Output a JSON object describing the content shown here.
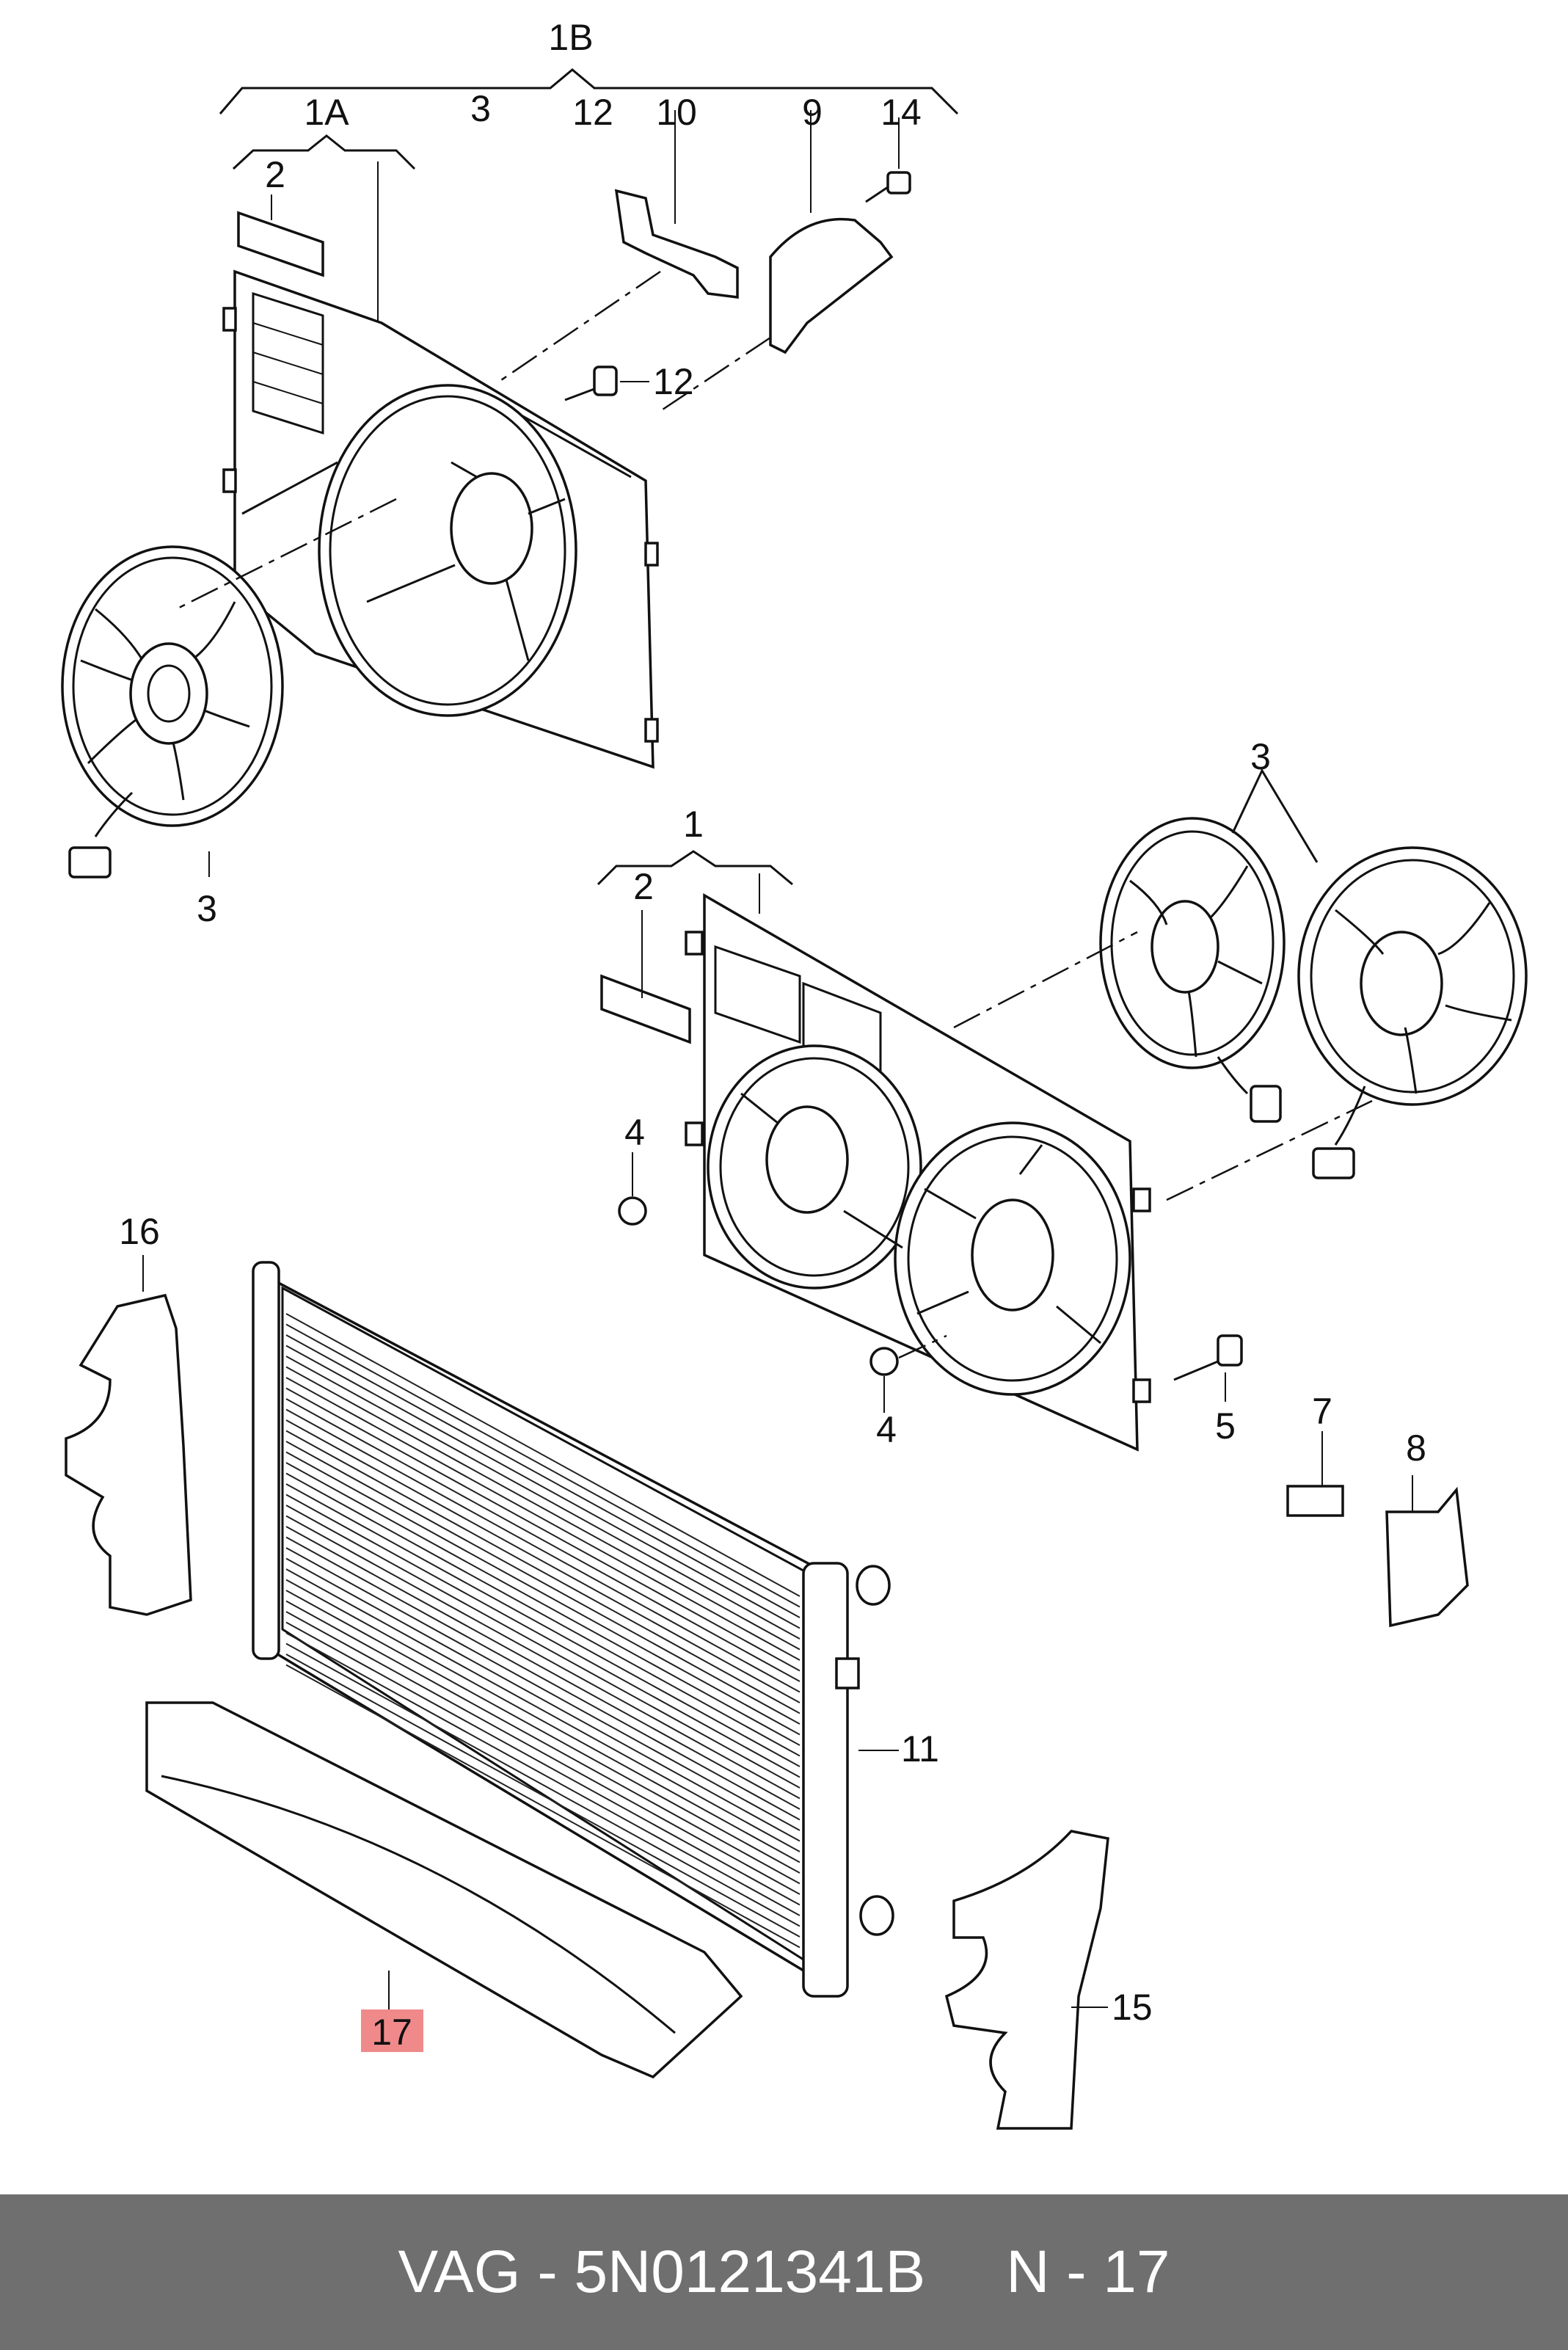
{
  "callouts": {
    "c1B": "1B",
    "c1A": "1A",
    "c3a": "3",
    "c12a": "12",
    "c10": "10",
    "c9": "9",
    "c14": "14",
    "c2a": "2",
    "c12b": "12",
    "c3b": "3",
    "c1": "1",
    "c3c": "3",
    "c2b": "2",
    "c4a": "4",
    "c16": "16",
    "c4b": "4",
    "c5": "5",
    "c7": "7",
    "c8": "8",
    "c11": "11",
    "c17": "17",
    "c15": "15"
  },
  "highlight_color": "#f08a8a",
  "footer": {
    "brand_part": "VAG - 5N0121341B",
    "ref": "N - 17"
  }
}
